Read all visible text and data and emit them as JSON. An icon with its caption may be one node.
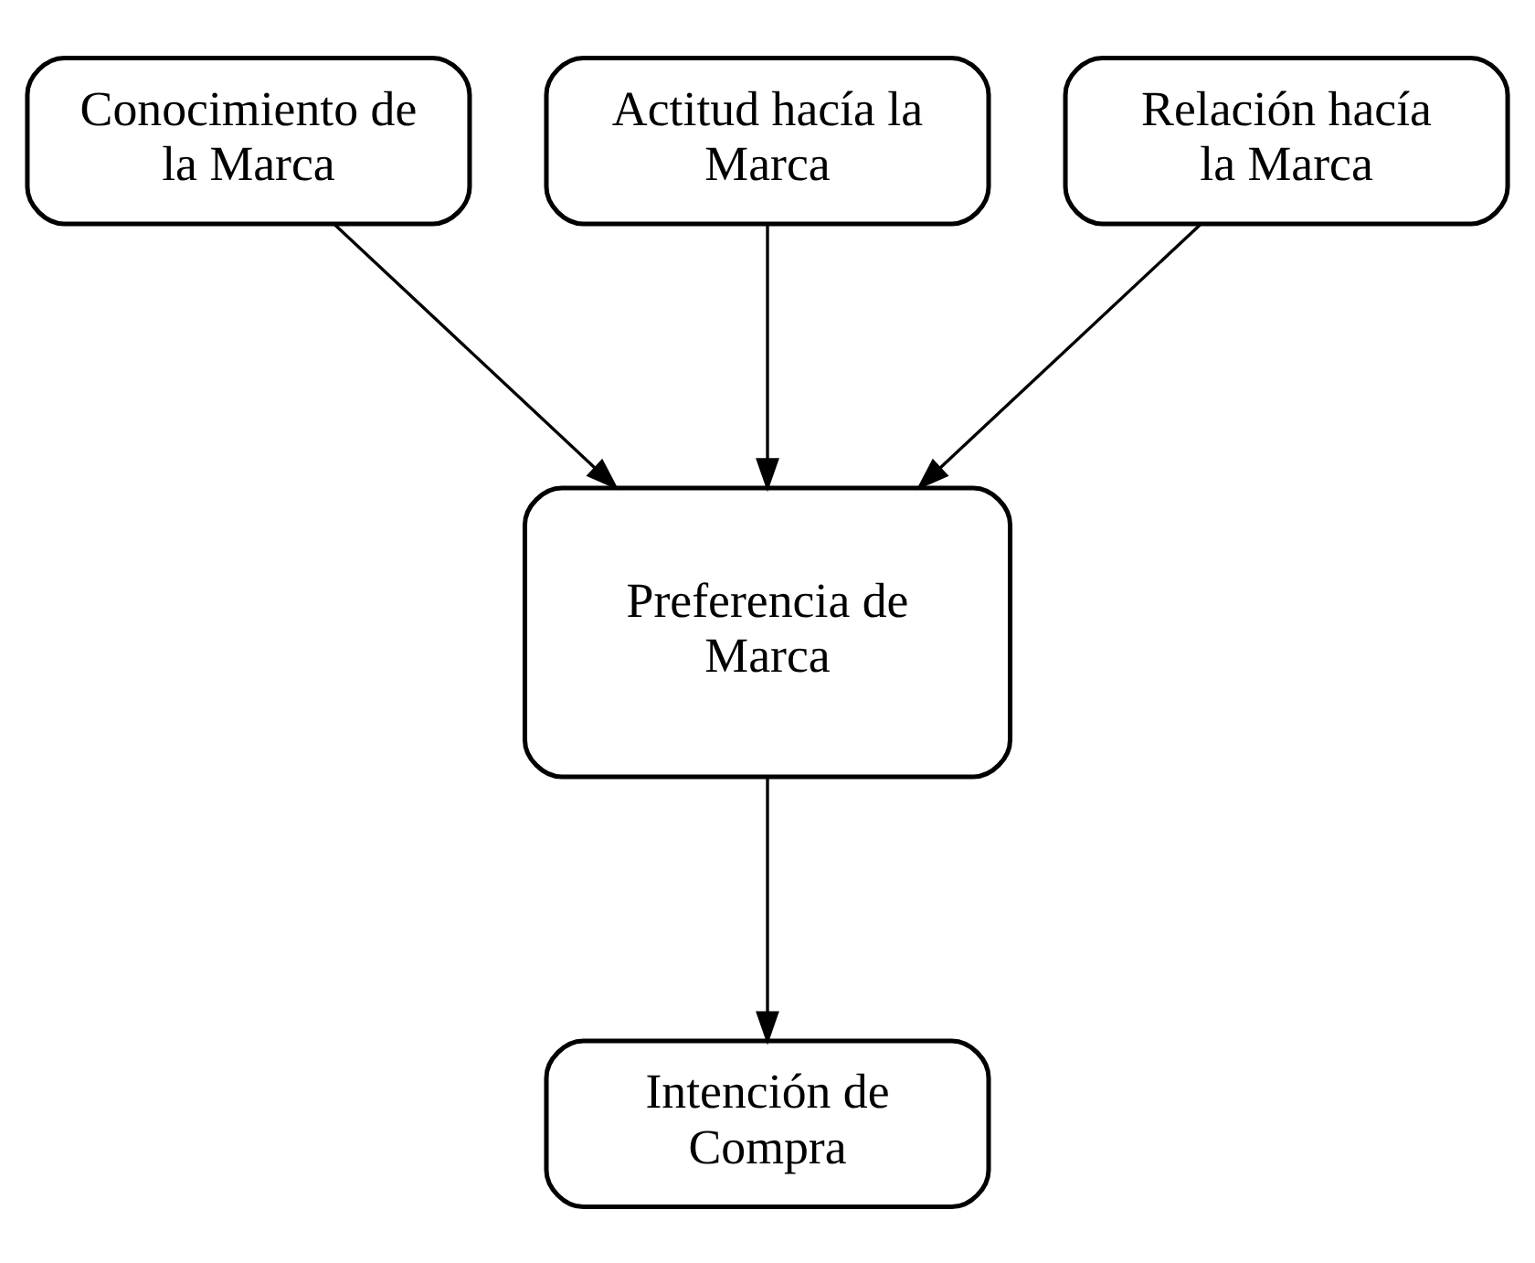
{
  "diagram": {
    "nodes": [
      {
        "text": [
          "Conocimiento de la Marca"
        ]
      },
      {
        "text": [
          "Actitud hacía la Marca"
        ]
      },
      {
        "text": [
          "Relación hacía la Marca"
        ]
      },
      {
        "text": [
          "Preferencia de Marca"
        ]
      },
      {
        "text": [
          "Intención de Compra"
        ]
      }
    ],
    "edges": [
      {
        "from": 0,
        "to": 3,
        "arrow": "to"
      },
      {
        "from": 1,
        "to": 3,
        "arrow": "to"
      },
      {
        "from": 2,
        "to": 3,
        "arrow": "to"
      },
      {
        "from": 3,
        "to": 4,
        "arrow": "to"
      }
    ]
  }
}
